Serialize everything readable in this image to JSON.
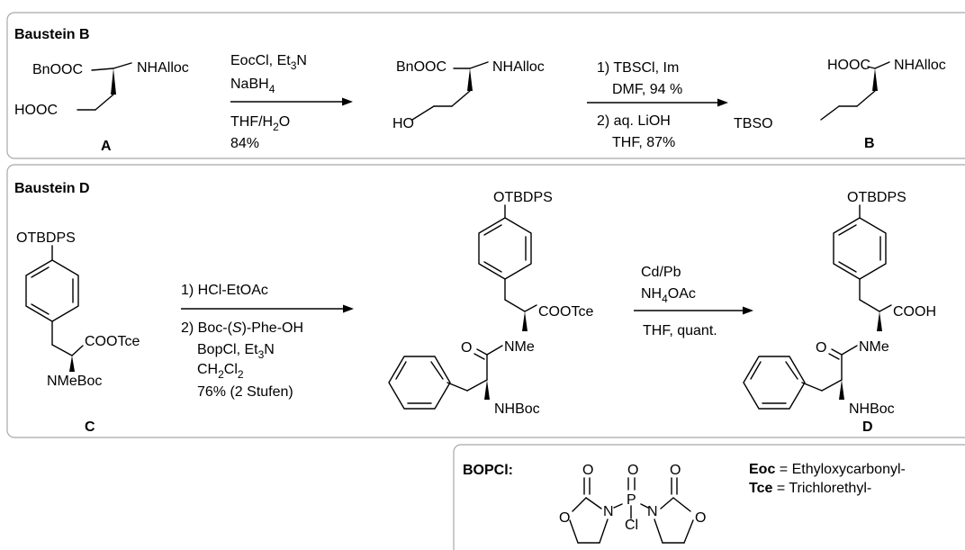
{
  "panel_b": {
    "title": "Baustein B",
    "A": {
      "sub1": "BnOOC",
      "sub2": "NHAlloc",
      "sub3": "HOOC",
      "label": "A"
    },
    "step1": {
      "line1": "EocCl, Et",
      "line1_sub": "3",
      "line1_tail": "N",
      "line2": "NaBH",
      "line2_sub": "4",
      "line3": "THF/H",
      "line3_sub": "2",
      "line3_tail": "O",
      "line4": "84%"
    },
    "intermediate": {
      "sub1": "BnOOC",
      "sub2": "NHAlloc",
      "sub3": "HO"
    },
    "step2": {
      "line1": "1) TBSCl, Im",
      "line2": "DMF, 94 %",
      "line3": "2) aq. LiOH",
      "line4": "THF, 87%"
    },
    "B": {
      "sub1": "HOOC",
      "sub2": "NHAlloc",
      "sub3": "TBSO",
      "label": "B"
    }
  },
  "panel_d": {
    "title": "Baustein D",
    "C": {
      "sub1": "OTBDPS",
      "sub2": "COOTce",
      "sub3": "NMeBoc",
      "label": "C"
    },
    "step1": {
      "line1": "1) HCl-EtOAc",
      "line2": "2) Boc-(",
      "line2_it": "S",
      "line2_tail": ")-Phe-OH",
      "line3": "BopCl, Et",
      "line3_sub": "3",
      "line3_tail": "N",
      "line4": "CH",
      "line4_sub1": "2",
      "line4_mid": "Cl",
      "line4_sub2": "2",
      "line5": "76% (2 Stufen)"
    },
    "dipeptide": {
      "sub1": "OTBDPS",
      "sub2": "COOTce",
      "sub3": "O",
      "sub4": "NMe",
      "sub5": "NHBoc"
    },
    "step2": {
      "line1": "Cd/Pb",
      "line2": "NH",
      "line2_sub": "4",
      "line2_tail": "OAc",
      "line3": "THF, quant."
    },
    "D": {
      "sub1": "OTBDPS",
      "sub2": "COOH",
      "sub3": "O",
      "sub4": "NMe",
      "sub5": "NHBoc",
      "label": "D"
    }
  },
  "legend": {
    "bopcl_label": "BOPCl:",
    "bop_O1": "O",
    "bop_O2": "O",
    "bop_O3": "O",
    "bop_O4": "O",
    "bop_O5": "O",
    "bop_N1": "N",
    "bop_N2": "N",
    "bop_P": "P",
    "bop_Cl": "Cl",
    "eoc_abbr": "Eoc",
    "eoc_def": " = Ethyloxycarbonyl-",
    "tce_abbr": "Tce",
    "tce_def": " = Trichlorethyl-"
  }
}
